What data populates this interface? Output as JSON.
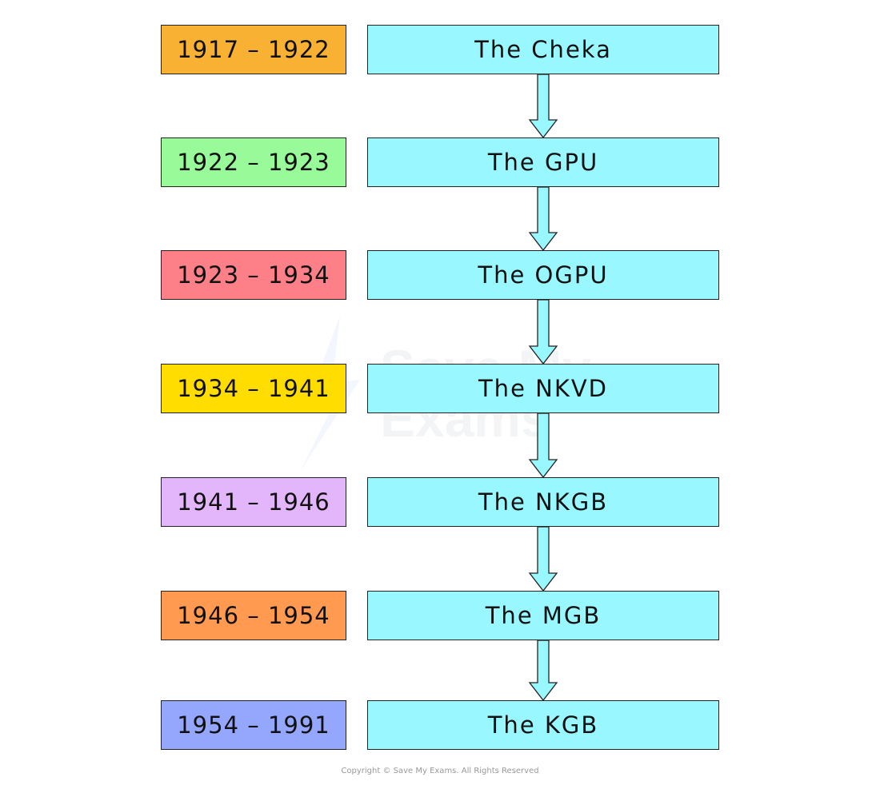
{
  "rows": [
    {
      "dates": "1917 – 1922",
      "name": "The Cheka",
      "color": "#f8b133"
    },
    {
      "dates": "1922 – 1923",
      "name": "The GPU",
      "color": "#99fa99"
    },
    {
      "dates": "1923 – 1934",
      "name": "The OGPU",
      "color": "#fd8089"
    },
    {
      "dates": "1934 – 1941",
      "name": "The NKVD",
      "color": "#ffdd00"
    },
    {
      "dates": "1941 – 1946",
      "name": "The NKGB",
      "color": "#e3b5fb"
    },
    {
      "dates": "1946 – 1954",
      "name": "The MGB",
      "color": "#ff9a50"
    },
    {
      "dates": "1954 – 1991",
      "name": "The KGB",
      "color": "#95a6fd"
    }
  ],
  "org_color": "#99f8ff",
  "watermark": {
    "line1": "Save My",
    "line2": "Exams"
  },
  "copyright": "Copyright © Save My Exams. All Rights Reserved"
}
